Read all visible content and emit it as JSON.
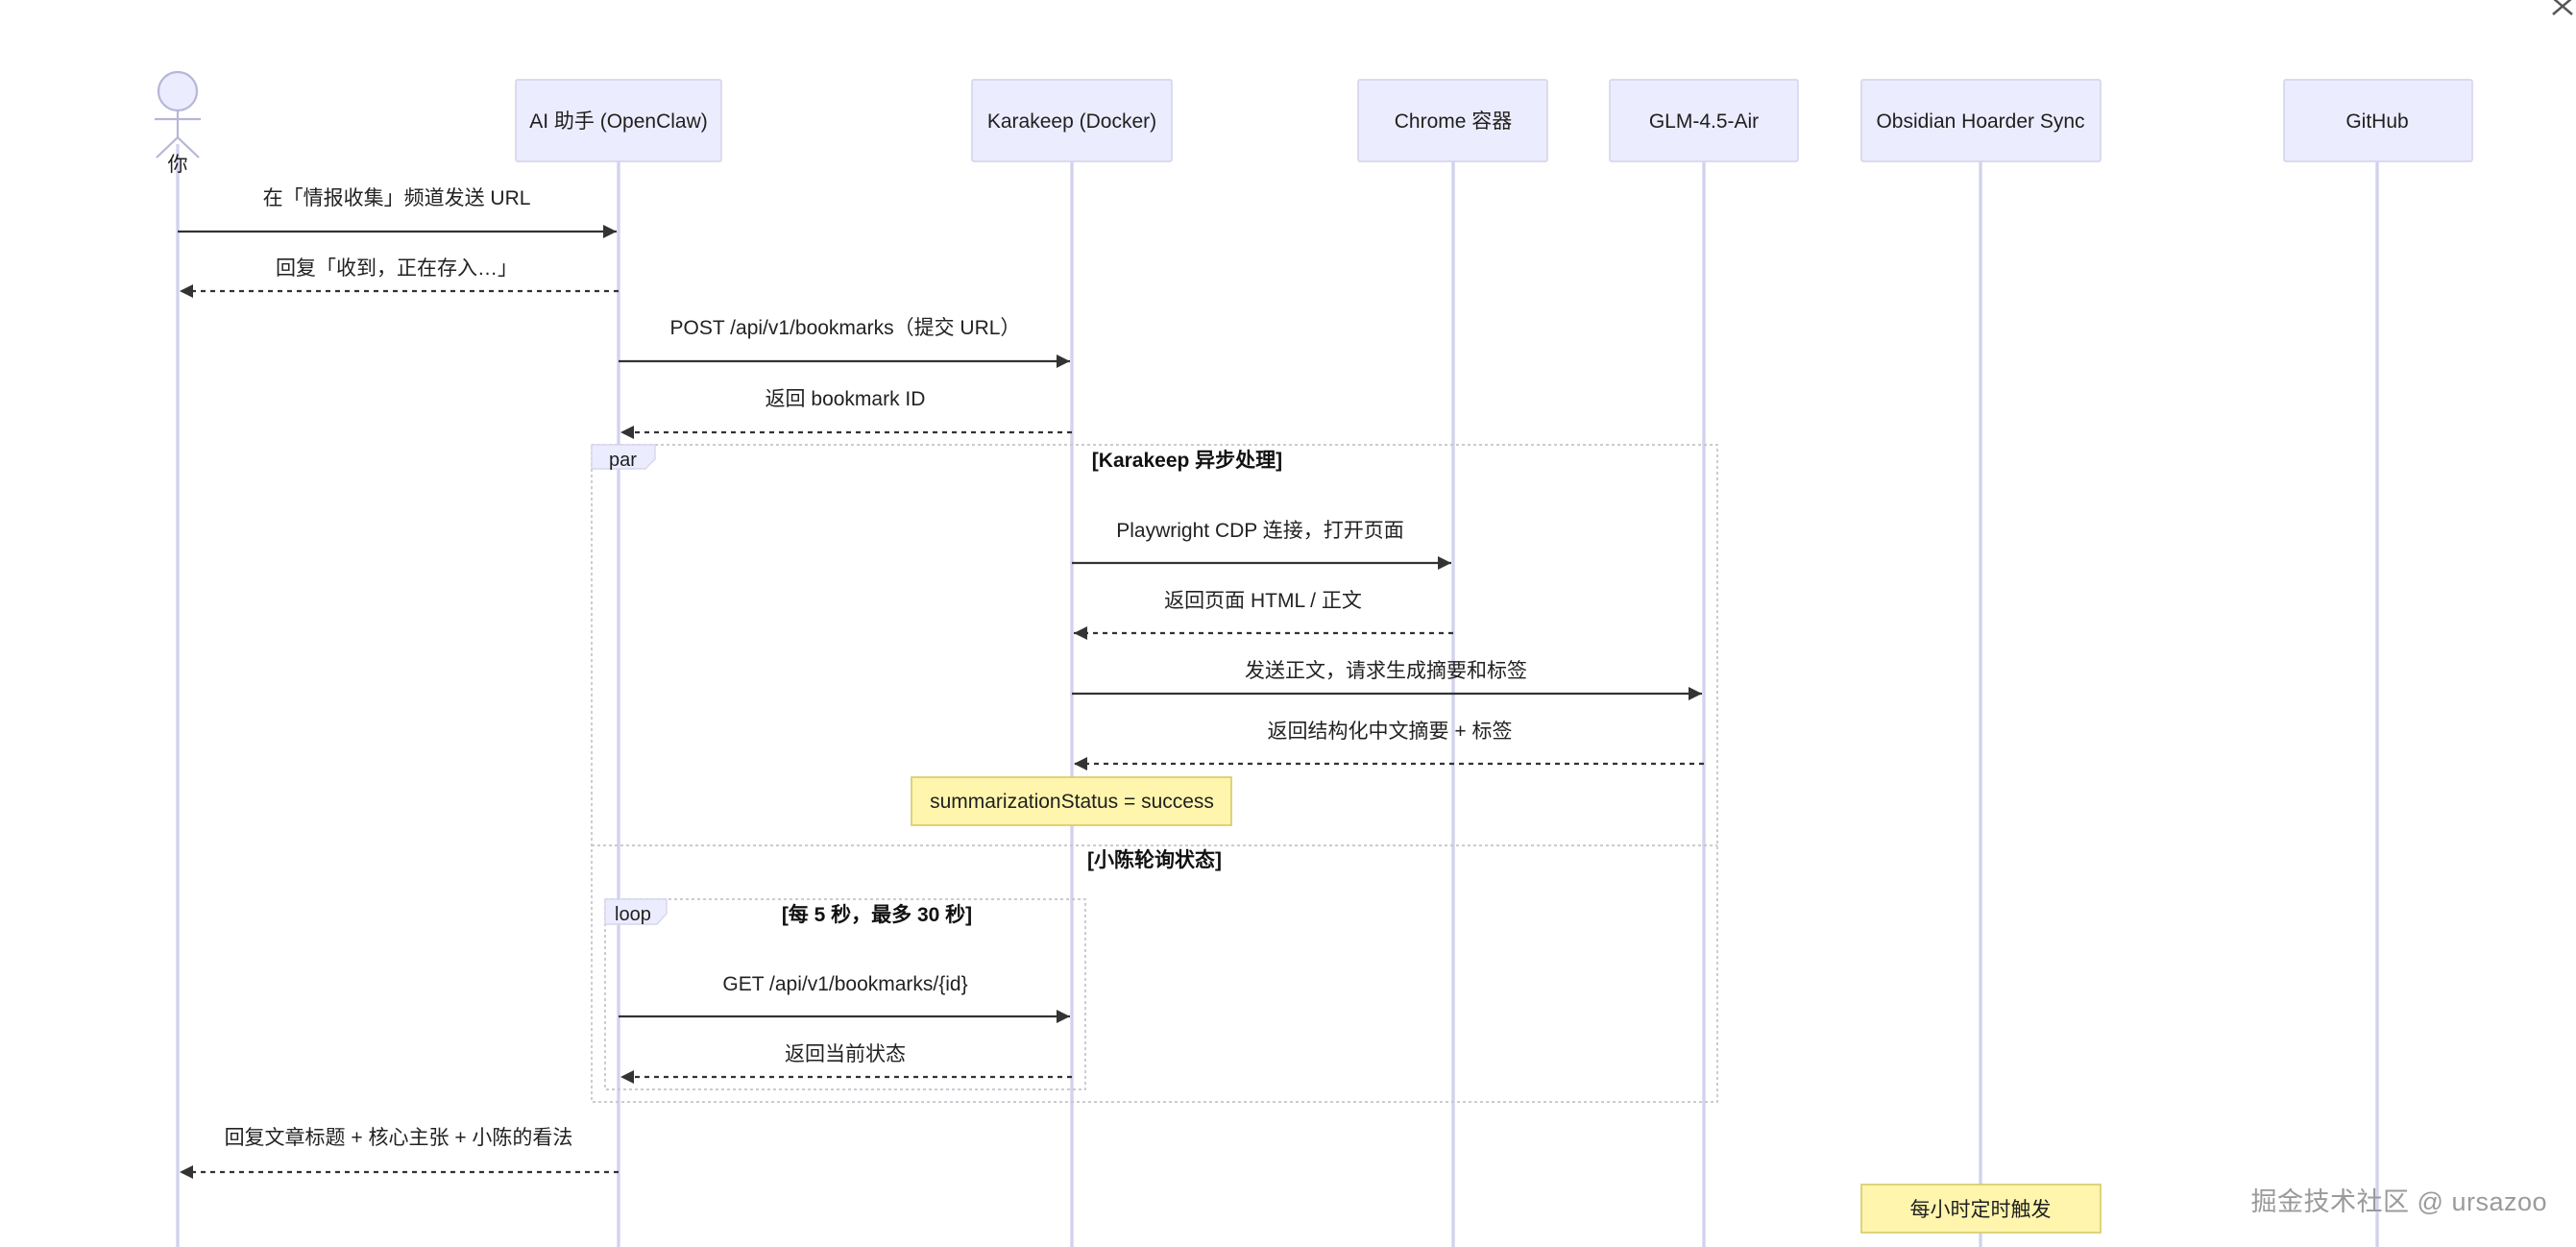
{
  "participants": [
    {
      "id": "you",
      "label": "你",
      "kind": "actor"
    },
    {
      "id": "ai",
      "label": "AI 助手 (OpenClaw)"
    },
    {
      "id": "karakeep",
      "label": "Karakeep (Docker)"
    },
    {
      "id": "chrome",
      "label": "Chrome 容器"
    },
    {
      "id": "glm",
      "label": "GLM-4.5-Air"
    },
    {
      "id": "obsidian",
      "label": "Obsidian Hoarder Sync"
    },
    {
      "id": "github",
      "label": "GitHub"
    }
  ],
  "messages": [
    {
      "from": "you",
      "to": "ai",
      "style": "solid",
      "text": "在「情报收集」频道发送 URL"
    },
    {
      "from": "ai",
      "to": "you",
      "style": "dashed",
      "text": "回复「收到，正在存入…」"
    },
    {
      "from": "ai",
      "to": "karakeep",
      "style": "solid",
      "text": "POST /api/v1/bookmarks（提交 URL）"
    },
    {
      "from": "karakeep",
      "to": "ai",
      "style": "dashed",
      "text": "返回 bookmark ID"
    },
    {
      "from": "karakeep",
      "to": "chrome",
      "style": "solid",
      "text": "Playwright CDP 连接，打开页面"
    },
    {
      "from": "chrome",
      "to": "karakeep",
      "style": "dashed",
      "text": "返回页面 HTML / 正文"
    },
    {
      "from": "karakeep",
      "to": "glm",
      "style": "solid",
      "text": "发送正文，请求生成摘要和标签"
    },
    {
      "from": "glm",
      "to": "karakeep",
      "style": "dashed",
      "text": "返回结构化中文摘要 + 标签"
    },
    {
      "from": "ai",
      "to": "karakeep",
      "style": "solid",
      "text": "GET /api/v1/bookmarks/{id}"
    },
    {
      "from": "karakeep",
      "to": "ai",
      "style": "dashed",
      "text": "返回当前状态"
    },
    {
      "from": "ai",
      "to": "you",
      "style": "dashed",
      "text": "回复文章标题 + 核心主张 + 小陈的看法"
    }
  ],
  "frames": {
    "par": {
      "tag": "par",
      "section1": "[Karakeep 异步处理]",
      "section2": "[小陈轮询状态]"
    },
    "loop": {
      "tag": "loop",
      "condition": "[每 5 秒，最多 30 秒]"
    }
  },
  "notes": [
    {
      "over": "karakeep",
      "text": "summarizationStatus = success"
    },
    {
      "over": "obsidian",
      "text": "每小时定时触发"
    }
  ],
  "watermark": "掘金技术社区 @ ursazoo",
  "colors": {
    "participant_fill": "#ececff",
    "lifeline": "#d2d2ee",
    "note_fill": "#fff5ad",
    "arrow": "#333333"
  },
  "icons": {
    "close": "close-icon"
  }
}
